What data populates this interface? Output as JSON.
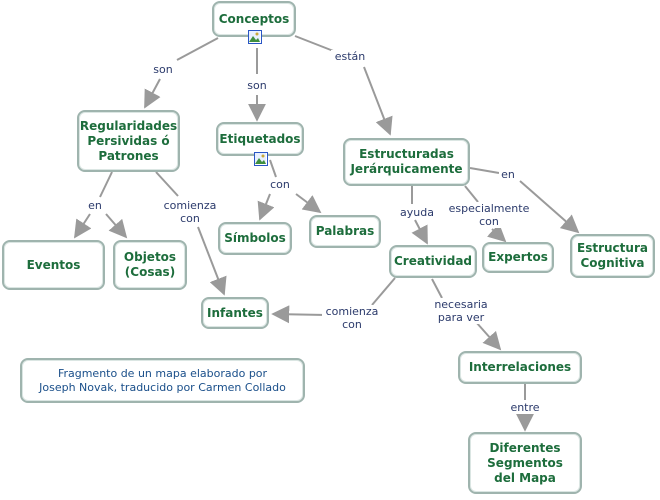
{
  "diagram": {
    "nodes": {
      "conceptos": "Conceptos",
      "regularidades": "Regularidades\nPersividas ó\nPatrones",
      "etiquetados": "Etiquetados",
      "estructuradas": "Estructuradas\nJerárquicamente",
      "eventos": "Eventos",
      "objetos": "Objetos\n(Cosas)",
      "simbolos": "Símbolos",
      "palabras": "Palabras",
      "creatividad": "Creatividad",
      "expertos": "Expertos",
      "estructura_cognitiva": "Estructura\nCognitiva",
      "infantes": "Infantes",
      "interrelaciones": "Interrelaciones",
      "segmentos": "Diferentes\nSegmentos\ndel Mapa",
      "fragmento": "Fragmento de un mapa elaborado por\nJoseph Novak, traducido por Carmen Collado"
    },
    "links": {
      "son_left": "son",
      "son_mid": "son",
      "estan": "están",
      "en_left": "en",
      "comienza_con_top": "comienza\ncon",
      "con": "con",
      "en_right": "en",
      "ayuda": "ayuda",
      "especialmente_con": "especialmente\ncon",
      "comienza_con_bottom": "comienza\ncon",
      "necesaria_para_ver": "necesaria\npara ver",
      "entre": "entre"
    },
    "icons": [
      "image-resource-icon",
      "image-resource-icon"
    ],
    "colors": {
      "node_border": "#9fb4ae",
      "node_text": "#1d6d3c",
      "link_text": "#2b3a6b",
      "arrow": "#9a9a9a",
      "note_text": "#1a4f8a"
    }
  }
}
